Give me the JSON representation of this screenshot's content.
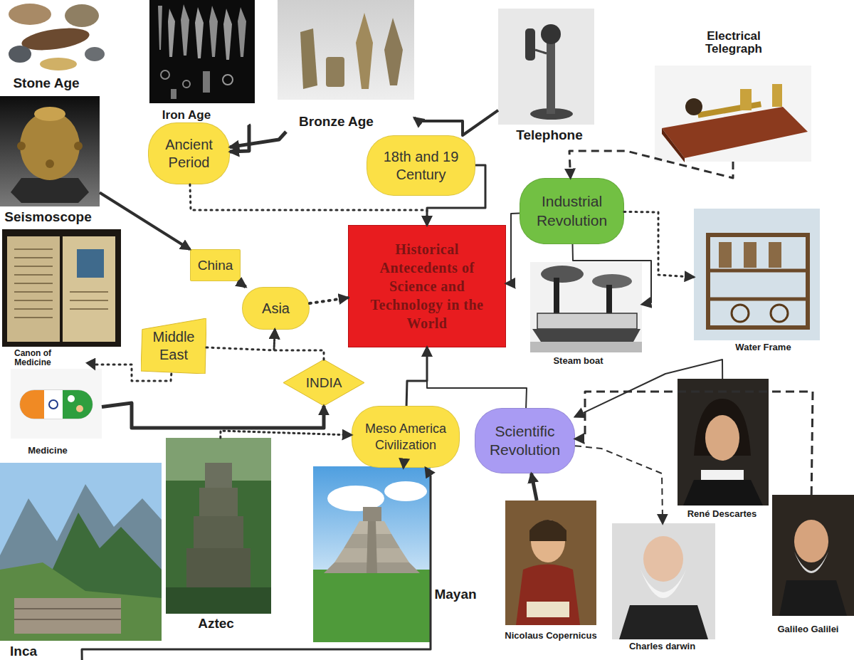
{
  "diagram": {
    "nodes": [
      {
        "text": [
          "Stone Age"
        ]
      },
      {
        "text": [
          "Iron Age"
        ]
      },
      {
        "text": [
          "Bronze Age"
        ]
      },
      {
        "text": [
          "Telephone"
        ]
      },
      {
        "text": [
          "Electrical Telegraph"
        ]
      },
      {
        "text": [
          "Ancient Period"
        ]
      },
      {
        "text": [
          "18th and 19 Century"
        ]
      },
      {
        "text": [
          "Seismoscope"
        ]
      },
      {
        "text": [
          "Industrial Revolution"
        ]
      },
      {
        "text": [
          "Historical Antecedents of Science and Technology in the World"
        ]
      },
      {
        "text": [
          "China"
        ]
      },
      {
        "text": [
          "Canon of Medicine"
        ]
      },
      {
        "text": [
          "Asia"
        ]
      },
      {
        "text": [
          "Water Frame"
        ]
      },
      {
        "text": [
          "Steam boat"
        ]
      },
      {
        "text": [
          "Middle East"
        ]
      },
      {
        "text": [
          "INDIA"
        ]
      },
      {
        "text": [
          "Medicine"
        ]
      },
      {
        "text": [
          "Meso America Civilization"
        ]
      },
      {
        "text": [
          "Scientific Revolution"
        ]
      },
      {
        "text": [
          "René Descartes"
        ]
      },
      {
        "text": [
          "Galileo Galilei"
        ]
      },
      {
        "text": [
          "Aztec"
        ]
      },
      {
        "text": [
          "Mayan"
        ]
      },
      {
        "text": [
          "Nicolaus Copernicus"
        ]
      },
      {
        "text": [
          "Charles darwin"
        ]
      },
      {
        "text": [
          "Inca"
        ]
      }
    ],
    "edges": [
      {
        "from": 1,
        "to": 5,
        "arrow": "to"
      },
      {
        "from": 2,
        "to": 5,
        "arrow": "to"
      },
      {
        "from": 3,
        "to": 2,
        "arrow": "to"
      },
      {
        "from": 4,
        "to": 8,
        "arrow": "to"
      },
      {
        "from": 5,
        "to": 9,
        "arrow": "to"
      },
      {
        "from": 6,
        "to": 9,
        "arrow": "to"
      },
      {
        "from": 7,
        "to": 10,
        "arrow": "to"
      },
      {
        "from": 10,
        "to": 12,
        "arrow": "to"
      },
      {
        "from": 12,
        "to": 9,
        "arrow": "to"
      },
      {
        "from": 15,
        "to": 12,
        "arrow": "to"
      },
      {
        "from": 16,
        "to": 12,
        "arrow": "to"
      },
      {
        "from": 15,
        "to": 11,
        "arrow": "to"
      },
      {
        "from": 17,
        "to": 16,
        "arrow": "to"
      },
      {
        "from": 22,
        "to": 18,
        "arrow": "to"
      },
      {
        "from": 26,
        "to": 18,
        "arrow": "to"
      },
      {
        "from": 23,
        "to": 18,
        "arrow": "to"
      },
      {
        "from": 18,
        "to": 9,
        "arrow": "to"
      },
      {
        "from": 19,
        "to": 9,
        "arrow": "to"
      },
      {
        "from": 24,
        "to": 19,
        "arrow": "to"
      },
      {
        "from": 20,
        "to": 19,
        "arrow": "to"
      },
      {
        "from": 21,
        "to": 19,
        "arrow": "to"
      },
      {
        "from": 19,
        "to": 25,
        "arrow": "to"
      },
      {
        "from": 8,
        "to": 9,
        "arrow": "to"
      },
      {
        "from": 8,
        "to": 14,
        "arrow": "to"
      },
      {
        "from": 8,
        "to": 13,
        "arrow": "to"
      }
    ]
  }
}
